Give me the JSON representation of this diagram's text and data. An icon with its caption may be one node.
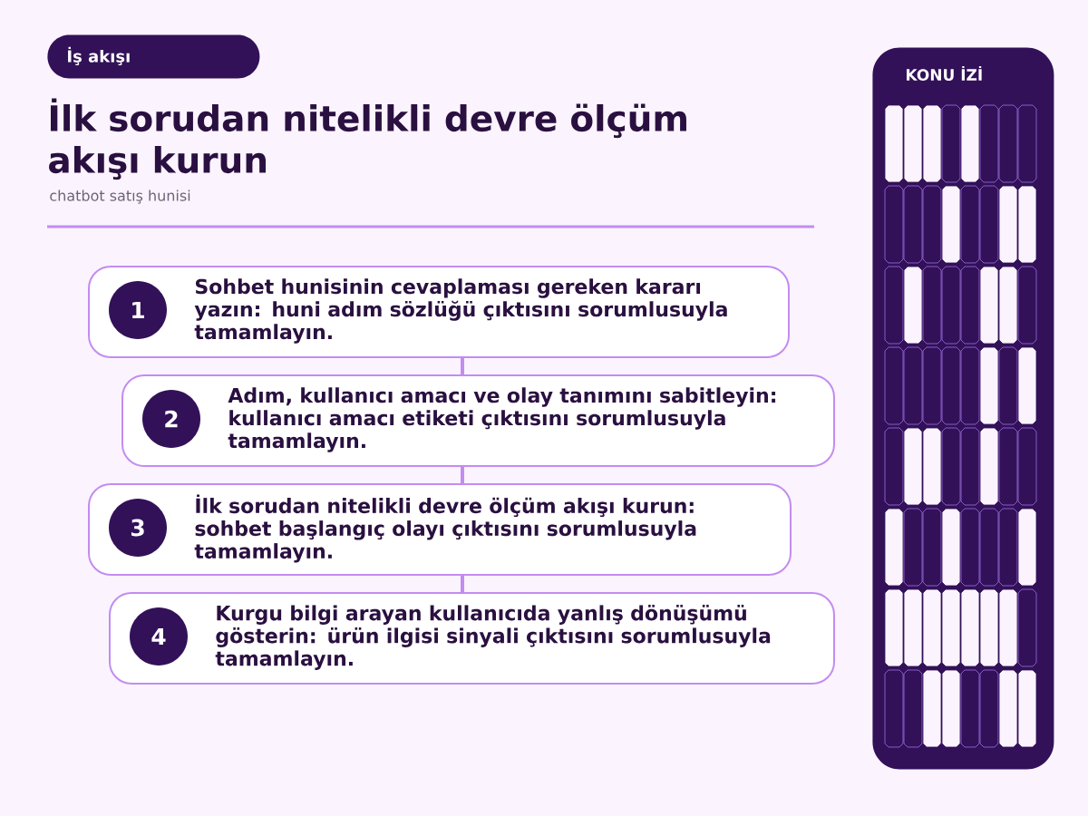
{
  "diagram": {
    "title": "İlk sorudan nitelikli devre ölçüm akışı kurun",
    "nodes": [
      {
        "text": [
          "İş akışı"
        ]
      },
      {
        "text": [
          "KONU İZİ"
        ]
      },
      {
        "text": [
          "Sohbet hunisinin cevaplaması gereken kararı yazın: huni adım sözlüğü çıktısını sorumlusuyla tamamlayın."
        ]
      },
      {
        "text": [
          "1"
        ],
        "in": 2
      },
      {
        "text": [
          "Adım, kullanıcı amacı ve olay tanımını sabitleyin: kullanıcı amacı etiketi çıktısını sorumlusuyla tamamlayın."
        ]
      },
      {
        "text": [
          "2"
        ],
        "in": 4
      },
      {
        "text": [
          "İlk sorudan nitelikli devre ölçüm akışı kurun: sohbet başlangıç olayı çıktısını sorumlusuyla tamamlayın."
        ]
      },
      {
        "text": [
          "3"
        ],
        "in": 6
      },
      {
        "text": [
          "Kurgu bilgi arayan kullanıcıda yanlış dönüşümü gösterin: ürün ilgisi sinyali çıktısını sorumlusuyla tamamlayın."
        ]
      },
      {
        "text": [
          "4"
        ],
        "in": 8
      }
    ],
    "edges": [
      {
        "from": 2,
        "to": 4,
        "arrow": "none"
      },
      {
        "from": 4,
        "to": 6,
        "arrow": "none"
      },
      {
        "from": 6,
        "to": 8,
        "arrow": "none"
      }
    ],
    "labels": [
      "chatbot satış hunisi"
    ]
  }
}
